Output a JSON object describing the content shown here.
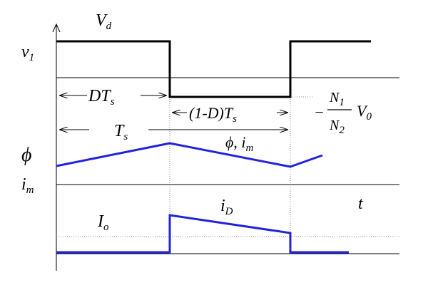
{
  "colors": {
    "voltage": "#000000",
    "flux": "#2222dd",
    "current": "#2222dd",
    "axis": "#000000",
    "marker": "#888888"
  },
  "labels": {
    "v1": {
      "main": "v",
      "sub": "1"
    },
    "vd": {
      "main": "V",
      "sub": "d"
    },
    "dts": {
      "main": "DT",
      "sub": "s"
    },
    "ts": {
      "main": "T",
      "sub": "s"
    },
    "one_minus_d": {
      "main": "(1-D)T",
      "sub": "s"
    },
    "neg_frac": {
      "sign": "−",
      "num_main": "N",
      "num_sub": "1",
      "den_main": "N",
      "den_sub": "2",
      "tail_main": "V",
      "tail_sub": "0"
    },
    "phi": "ϕ",
    "im_axis": {
      "main": "i",
      "sub": "m"
    },
    "phi_im": {
      "main": "ϕ, i",
      "sub": "m"
    },
    "io": {
      "main": "I",
      "sub": "o"
    },
    "id": {
      "main": "i",
      "sub": "D"
    },
    "t": "t"
  }
}
